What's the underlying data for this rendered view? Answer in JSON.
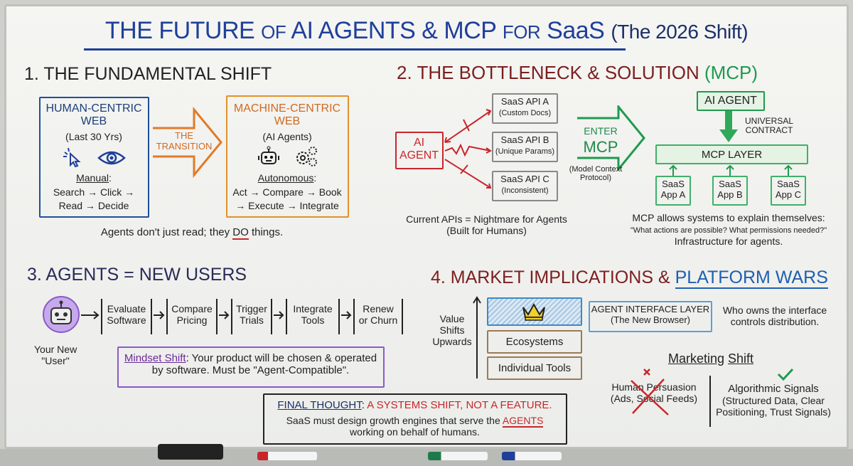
{
  "title": {
    "main_a": "THE FUTURE",
    "main_b": "OF",
    "main_c": "AI AGENTS & MCP",
    "main_d": "FOR",
    "main_e": "SaaS",
    "main_f": "(The 2026 Shift)"
  },
  "s1": {
    "heading": "1. THE FUNDAMENTAL SHIFT",
    "human": {
      "title1": "HUMAN-CENTRIC",
      "title2": "WEB",
      "sub": "(Last 30 Yrs)",
      "mode": "Manual",
      "colon": ":",
      "line1": "Search → Click →",
      "line2": "Read → Decide"
    },
    "transition": {
      "l1": "THE",
      "l2": "TRANSITION"
    },
    "machine": {
      "title1": "MACHINE-CENTRIC",
      "title2": "WEB",
      "sub": "(AI Agents)",
      "mode": "Autonomous",
      "colon": ":",
      "line1": "Act → Compare → Book",
      "line2": "→ Execute → Integrate"
    },
    "caption_a": "Agents don't just read; they ",
    "caption_b": "DO",
    "caption_c": " things."
  },
  "s2": {
    "heading_a": "2. THE BOTTLENECK & SOLUTION",
    "heading_b": "(MCP)",
    "agent_l1": "AI",
    "agent_l2": "AGENT",
    "apis": [
      {
        "name": "SaaS API A",
        "note": "(Custom Docs)"
      },
      {
        "name": "SaaS API B",
        "note": "(Unique Params)"
      },
      {
        "name": "SaaS API C",
        "note": "(Inconsistent)"
      }
    ],
    "enter": "ENTER",
    "mcp": "MCP",
    "protocol_l1": "(Model Context",
    "protocol_l2": "Protocol)",
    "ai_agent": "AI AGENT",
    "contract_l1": "UNIVERSAL",
    "contract_l2": "CONTRACT",
    "layer": "MCP LAYER",
    "apps": [
      {
        "l1": "SaaS",
        "l2": "App A"
      },
      {
        "l1": "SaaS",
        "l2": "App B"
      },
      {
        "l1": "SaaS",
        "l2": "App C"
      }
    ],
    "nightmare_l1": "Current APIs = Nightmare for Agents",
    "nightmare_l2": "(Built for Humans)",
    "explain_l1": "MCP allows systems to explain themselves:",
    "explain_l2": "\"What actions are possible? What permissions needed?\"",
    "explain_l3": "Infrastructure for agents."
  },
  "s3": {
    "heading": "3. AGENTS = NEW USERS",
    "steps": [
      {
        "l1": "Evaluate",
        "l2": "Software"
      },
      {
        "l1": "Compare",
        "l2": "Pricing"
      },
      {
        "l1": "Trigger",
        "l2": "Trials"
      },
      {
        "l1": "Integrate",
        "l2": "Tools"
      },
      {
        "l1": "Renew",
        "l2": "or Churn"
      }
    ],
    "user_l1": "Your New",
    "user_l2": "\"User\"",
    "mindset_label": "Mindset Shift",
    "mindset_l1": ": Your product will be chosen & operated",
    "mindset_l2": "by software. Must be \"Agent-Compatible\"."
  },
  "s4": {
    "heading_a": "4. MARKET IMPLICATIONS &",
    "heading_b": "PLATFORM WARS",
    "value_l1": "Value",
    "value_l2": "Shifts",
    "value_l3": "Upwards",
    "layers": [
      "Ecosystems",
      "Individual Tools"
    ],
    "interface_l1": "AGENT INTERFACE LAYER",
    "interface_l2": "(The New Browser)",
    "owns_l1": "Who owns the interface",
    "owns_l2": "controls distribution.",
    "marketing_a": "Marketing",
    "marketing_b": "Shift",
    "old_l1": "Human Persuasion",
    "old_l2": "(Ads, Social Feeds)",
    "new_l1": "Algorithmic Signals",
    "new_l2": "(Structured Data, Clear",
    "new_l3": "Positioning, Trust Signals)"
  },
  "final": {
    "label": "FINAL THOUGHT",
    "colon": ": ",
    "headline": "A SYSTEMS SHIFT, NOT A FEATURE.",
    "l2a": "SaaS must design growth engines that serve the ",
    "l2b": "AGENTS",
    "l3": "working on behalf of humans."
  },
  "colors": {
    "blue": "#1f3f9a",
    "orange": "#e07b2a",
    "red": "#c8262b",
    "green": "#1f9a4f",
    "purple": "#8a5ac8",
    "brown": "#9a7a55",
    "dark_red": "#7a1f1f"
  }
}
